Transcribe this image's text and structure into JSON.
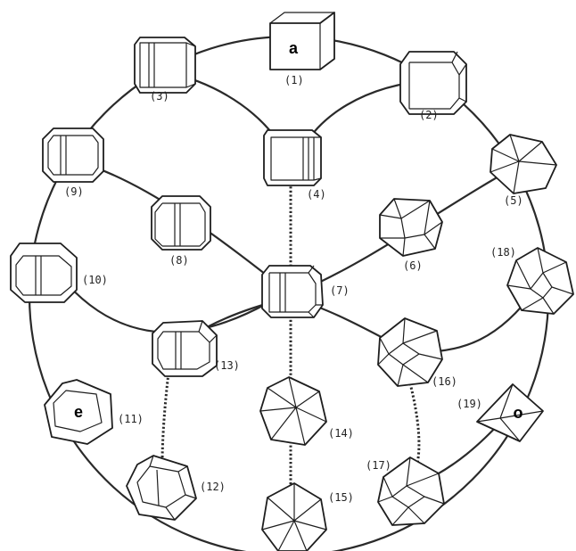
{
  "labels": {
    "n1": "(1)",
    "n2": "(2)",
    "n3": "(3)",
    "n4": "(4)",
    "n5": "(5)",
    "n6": "(6)",
    "n7": "(7)",
    "n8": "(8)",
    "n9": "(9)",
    "n10": "(10)",
    "n11": "(11)",
    "n12": "(12)",
    "n13": "(13)",
    "n14": "(14)",
    "n15": "(15)",
    "n16": "(16)",
    "n17": "(17)",
    "n18": "(18)",
    "n19": "(19)"
  },
  "face_letters": {
    "cube": "a",
    "dodecahedron": "e",
    "octahedron": "o"
  }
}
